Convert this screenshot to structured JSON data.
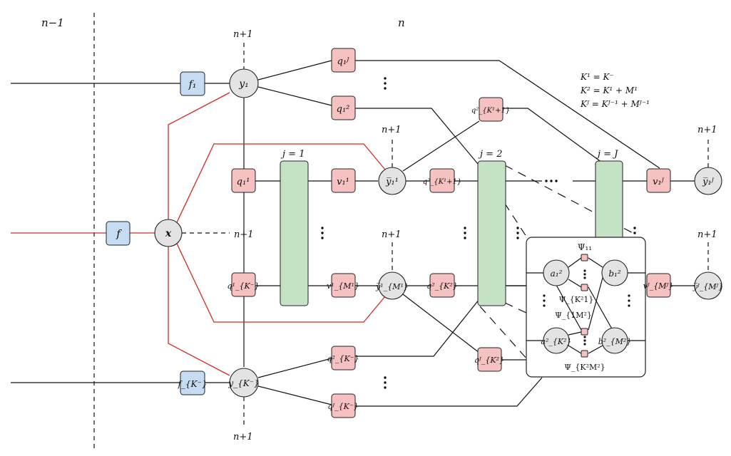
{
  "regions": {
    "prev": "n−1",
    "curr": "n"
  },
  "timestep_next": "n+1",
  "factor_nodes": {
    "f1": "f₁",
    "f": "f",
    "fK": "f_{K⁻}"
  },
  "state_nodes": {
    "y1": "y₁",
    "yK": "y_{K⁻}",
    "x": "x",
    "ybar1_1": "y̅₁¹",
    "ybar1_M": "y̅¹_{M¹}",
    "ybarJ_1": "y̅₁ᴶ",
    "ybarJ_M": "y̅ᴶ_{Mᴶ}"
  },
  "q_nodes": {
    "qJ1": "q₁ᴶ",
    "q21": "q₁²",
    "qK1p1": "q²_{K¹+1}",
    "q11": "q₁¹",
    "q2K1p1": "q²_{K¹+1}",
    "q1Km": "q¹_{K⁻}",
    "q2K2": "q²_{K²}",
    "qJK2": "qᴶ_{K²}",
    "q2Km": "q²_{K⁻}",
    "qJKm": "qᴶ_{K⁻}"
  },
  "v_nodes": {
    "v11": "v₁¹",
    "v1M": "v¹_{M¹}",
    "vJ1": "v₁ᴶ",
    "vJM": "vᴶ_{Mᴶ}"
  },
  "stages": {
    "j1": "j = 1",
    "j2": "j = 2",
    "jJ": "j = J"
  },
  "equations": [
    "K¹ = K⁻",
    "K² = K¹ + M¹",
    "Kᴶ = Kᴶ⁻¹ + Mᴶ⁻¹"
  ],
  "inset": {
    "a1": "a₁²",
    "aK": "a²_{K²}",
    "b1": "b₁²",
    "bM": "b²_{M²}",
    "psi11": "Ψ₁₁",
    "psiK1": "Ψ_{K²1}",
    "psi1M": "Ψ_{1M²}",
    "psiKM": "Ψ_{K²M²}"
  },
  "colors": {
    "red_path": "#d62728",
    "q_fill": "#f6c1c1",
    "f_fill": "#c6dcf2",
    "stage_fill": "#c4e3c4",
    "node_fill": "#e3e3e3"
  }
}
